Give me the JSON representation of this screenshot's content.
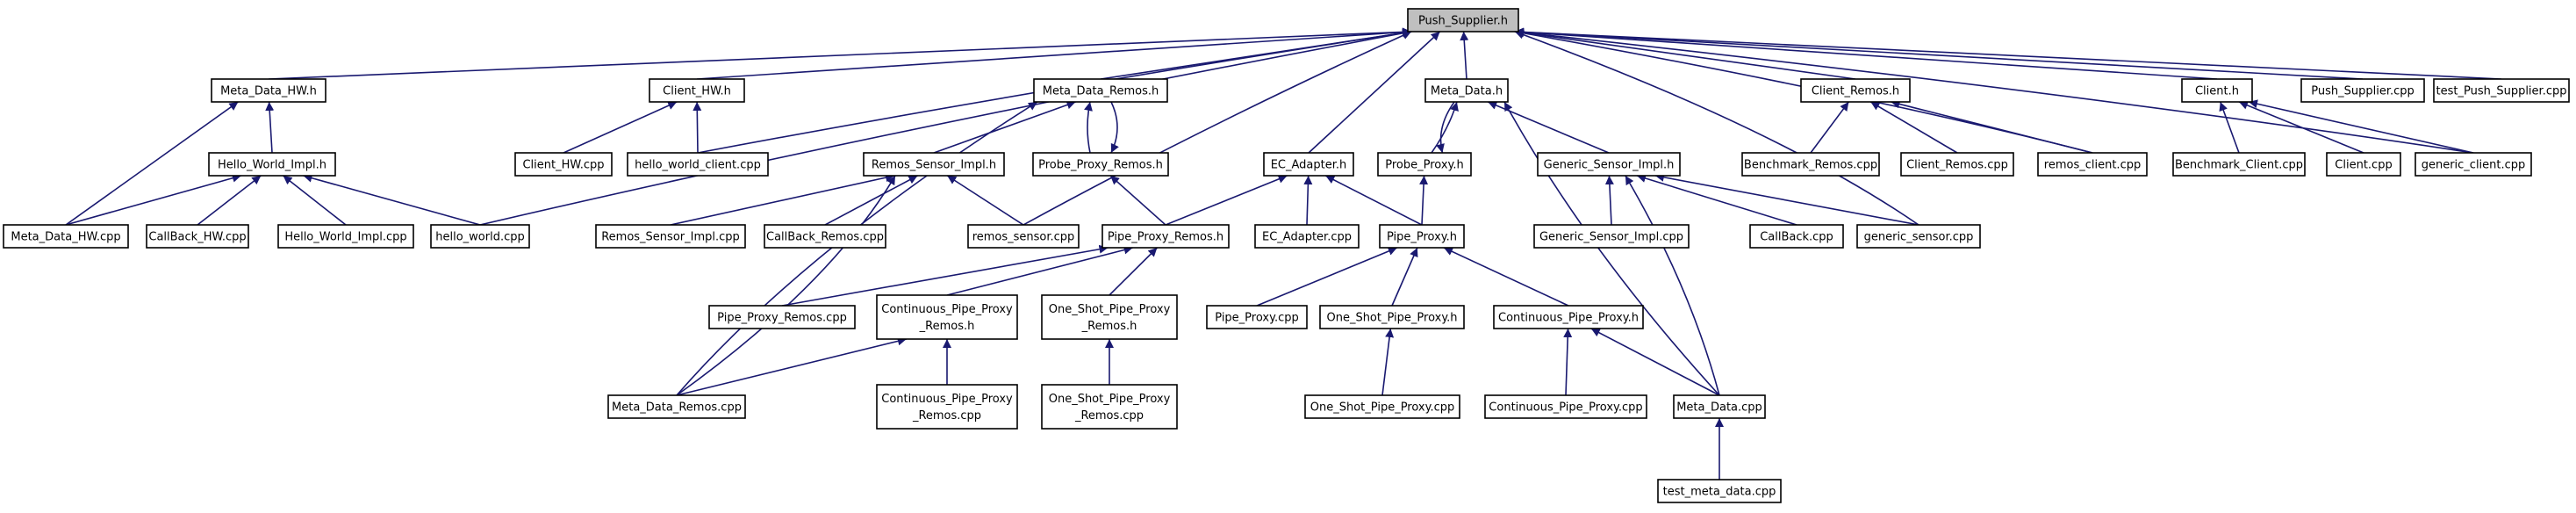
{
  "graph": {
    "edge_color": "#191970",
    "root_fill": "#bfbfbf",
    "nodes": [
      {
        "id": "push_supplier_h",
        "lines": [
          "Push_Supplier.h"
        ],
        "root": true
      },
      {
        "id": "meta_data_hw_h",
        "lines": [
          "Meta_Data_HW.h"
        ]
      },
      {
        "id": "client_hw_h",
        "lines": [
          "Client_HW.h"
        ]
      },
      {
        "id": "meta_data_remos_h",
        "lines": [
          "Meta_Data_Remos.h"
        ]
      },
      {
        "id": "meta_data_h",
        "lines": [
          "Meta_Data.h"
        ]
      },
      {
        "id": "client_remos_h",
        "lines": [
          "Client_Remos.h"
        ]
      },
      {
        "id": "client_h",
        "lines": [
          "Client.h"
        ]
      },
      {
        "id": "push_supplier_cpp",
        "lines": [
          "Push_Supplier.cpp"
        ]
      },
      {
        "id": "test_push_supplier_cpp",
        "lines": [
          "test_Push_Supplier.cpp"
        ]
      },
      {
        "id": "hello_world_impl_h",
        "lines": [
          "Hello_World_Impl.h"
        ]
      },
      {
        "id": "client_hw_cpp",
        "lines": [
          "Client_HW.cpp"
        ]
      },
      {
        "id": "hello_world_client_cpp",
        "lines": [
          "hello_world_client.cpp"
        ]
      },
      {
        "id": "remos_sensor_impl_h",
        "lines": [
          "Remos_Sensor_Impl.h"
        ]
      },
      {
        "id": "probe_proxy_remos_h",
        "lines": [
          "Probe_Proxy_Remos.h"
        ]
      },
      {
        "id": "ec_adapter_h",
        "lines": [
          "EC_Adapter.h"
        ]
      },
      {
        "id": "probe_proxy_h",
        "lines": [
          "Probe_Proxy.h"
        ]
      },
      {
        "id": "generic_sensor_impl_h",
        "lines": [
          "Generic_Sensor_Impl.h"
        ]
      },
      {
        "id": "benchmark_remos_cpp",
        "lines": [
          "Benchmark_Remos.cpp"
        ]
      },
      {
        "id": "client_remos_cpp",
        "lines": [
          "Client_Remos.cpp"
        ]
      },
      {
        "id": "remos_client_cpp",
        "lines": [
          "remos_client.cpp"
        ]
      },
      {
        "id": "benchmark_client_cpp",
        "lines": [
          "Benchmark_Client.cpp"
        ]
      },
      {
        "id": "client_cpp",
        "lines": [
          "Client.cpp"
        ]
      },
      {
        "id": "generic_client_cpp",
        "lines": [
          "generic_client.cpp"
        ]
      },
      {
        "id": "meta_data_hw_cpp",
        "lines": [
          "Meta_Data_HW.cpp"
        ]
      },
      {
        "id": "callback_hw_cpp",
        "lines": [
          "CallBack_HW.cpp"
        ]
      },
      {
        "id": "hello_world_impl_cpp",
        "lines": [
          "Hello_World_Impl.cpp"
        ]
      },
      {
        "id": "hello_world_cpp",
        "lines": [
          "hello_world.cpp"
        ]
      },
      {
        "id": "remos_sensor_impl_cpp",
        "lines": [
          "Remos_Sensor_Impl.cpp"
        ]
      },
      {
        "id": "callback_remos_cpp",
        "lines": [
          "CallBack_Remos.cpp"
        ]
      },
      {
        "id": "remos_sensor_cpp",
        "lines": [
          "remos_sensor.cpp"
        ]
      },
      {
        "id": "pipe_proxy_remos_h",
        "lines": [
          "Pipe_Proxy_Remos.h"
        ]
      },
      {
        "id": "ec_adapter_cpp",
        "lines": [
          "EC_Adapter.cpp"
        ]
      },
      {
        "id": "pipe_proxy_h",
        "lines": [
          "Pipe_Proxy.h"
        ]
      },
      {
        "id": "generic_sensor_impl_cpp",
        "lines": [
          "Generic_Sensor_Impl.cpp"
        ]
      },
      {
        "id": "callback_cpp",
        "lines": [
          "CallBack.cpp"
        ]
      },
      {
        "id": "generic_sensor_cpp",
        "lines": [
          "generic_sensor.cpp"
        ]
      },
      {
        "id": "pipe_proxy_remos_cpp",
        "lines": [
          "Pipe_Proxy_Remos.cpp"
        ]
      },
      {
        "id": "continuous_pipe_proxy_remos_h",
        "lines": [
          "Continuous_Pipe_Proxy",
          "_Remos.h"
        ]
      },
      {
        "id": "one_shot_pipe_proxy_remos_h",
        "lines": [
          "One_Shot_Pipe_Proxy",
          "_Remos.h"
        ]
      },
      {
        "id": "pipe_proxy_cpp",
        "lines": [
          "Pipe_Proxy.cpp"
        ]
      },
      {
        "id": "one_shot_pipe_proxy_h",
        "lines": [
          "One_Shot_Pipe_Proxy.h"
        ]
      },
      {
        "id": "continuous_pipe_proxy_h",
        "lines": [
          "Continuous_Pipe_Proxy.h"
        ]
      },
      {
        "id": "meta_data_remos_cpp",
        "lines": [
          "Meta_Data_Remos.cpp"
        ]
      },
      {
        "id": "continuous_pipe_proxy_remos_cpp",
        "lines": [
          "Continuous_Pipe_Proxy",
          "_Remos.cpp"
        ]
      },
      {
        "id": "one_shot_pipe_proxy_remos_cpp",
        "lines": [
          "One_Shot_Pipe_Proxy",
          "_Remos.cpp"
        ]
      },
      {
        "id": "one_shot_pipe_proxy_cpp",
        "lines": [
          "One_Shot_Pipe_Proxy.cpp"
        ]
      },
      {
        "id": "continuous_pipe_proxy_cpp",
        "lines": [
          "Continuous_Pipe_Proxy.cpp"
        ]
      },
      {
        "id": "meta_data_cpp",
        "lines": [
          "Meta_Data.cpp"
        ]
      },
      {
        "id": "test_meta_data_cpp",
        "lines": [
          "test_meta_data.cpp"
        ]
      }
    ],
    "edges": [
      [
        "meta_data_hw_h",
        "push_supplier_h"
      ],
      [
        "client_hw_h",
        "push_supplier_h"
      ],
      [
        "meta_data_remos_h",
        "push_supplier_h"
      ],
      [
        "meta_data_h",
        "push_supplier_h"
      ],
      [
        "client_remos_h",
        "push_supplier_h"
      ],
      [
        "client_h",
        "push_supplier_h"
      ],
      [
        "push_supplier_cpp",
        "push_supplier_h"
      ],
      [
        "test_push_supplier_cpp",
        "push_supplier_h"
      ],
      [
        "hello_world_cpp",
        "push_supplier_h"
      ],
      [
        "hello_world_client_cpp",
        "push_supplier_h"
      ],
      [
        "remos_sensor_cpp",
        "push_supplier_h"
      ],
      [
        "ec_adapter_h",
        "push_supplier_h"
      ],
      [
        "generic_sensor_cpp",
        "push_supplier_h"
      ],
      [
        "remos_client_cpp",
        "push_supplier_h"
      ],
      [
        "generic_client_cpp",
        "push_supplier_h"
      ],
      [
        "hello_world_impl_h",
        "meta_data_hw_h"
      ],
      [
        "meta_data_hw_cpp",
        "meta_data_hw_h"
      ],
      [
        "client_hw_cpp",
        "client_hw_h"
      ],
      [
        "hello_world_client_cpp",
        "client_hw_h"
      ],
      [
        "remos_sensor_impl_h",
        "meta_data_remos_h"
      ],
      [
        "probe_proxy_remos_h",
        "meta_data_remos_h"
      ],
      [
        "meta_data_remos_cpp",
        "meta_data_remos_h"
      ],
      [
        "meta_data_remos_h",
        "probe_proxy_remos_h"
      ],
      [
        "probe_proxy_h",
        "meta_data_h"
      ],
      [
        "meta_data_h",
        "probe_proxy_h"
      ],
      [
        "generic_sensor_impl_h",
        "meta_data_h"
      ],
      [
        "meta_data_cpp",
        "meta_data_h"
      ],
      [
        "benchmark_remos_cpp",
        "client_remos_h"
      ],
      [
        "client_remos_cpp",
        "client_remos_h"
      ],
      [
        "remos_client_cpp",
        "client_remos_h"
      ],
      [
        "benchmark_client_cpp",
        "client_h"
      ],
      [
        "client_cpp",
        "client_h"
      ],
      [
        "generic_client_cpp",
        "client_h"
      ],
      [
        "meta_data_hw_cpp",
        "hello_world_impl_h"
      ],
      [
        "callback_hw_cpp",
        "hello_world_impl_h"
      ],
      [
        "hello_world_impl_cpp",
        "hello_world_impl_h"
      ],
      [
        "hello_world_cpp",
        "hello_world_impl_h"
      ],
      [
        "remos_sensor_impl_cpp",
        "remos_sensor_impl_h"
      ],
      [
        "callback_remos_cpp",
        "remos_sensor_impl_h"
      ],
      [
        "remos_sensor_cpp",
        "remos_sensor_impl_h"
      ],
      [
        "meta_data_remos_cpp",
        "remos_sensor_impl_h"
      ],
      [
        "pipe_proxy_remos_h",
        "probe_proxy_remos_h"
      ],
      [
        "pipe_proxy_remos_h",
        "ec_adapter_h"
      ],
      [
        "ec_adapter_cpp",
        "ec_adapter_h"
      ],
      [
        "pipe_proxy_h",
        "ec_adapter_h"
      ],
      [
        "pipe_proxy_h",
        "probe_proxy_h"
      ],
      [
        "generic_sensor_impl_cpp",
        "generic_sensor_impl_h"
      ],
      [
        "callback_cpp",
        "generic_sensor_impl_h"
      ],
      [
        "generic_sensor_cpp",
        "generic_sensor_impl_h"
      ],
      [
        "meta_data_cpp",
        "generic_sensor_impl_h"
      ],
      [
        "pipe_proxy_remos_cpp",
        "pipe_proxy_remos_h"
      ],
      [
        "continuous_pipe_proxy_remos_h",
        "pipe_proxy_remos_h"
      ],
      [
        "one_shot_pipe_proxy_remos_h",
        "pipe_proxy_remos_h"
      ],
      [
        "pipe_proxy_cpp",
        "pipe_proxy_h"
      ],
      [
        "one_shot_pipe_proxy_h",
        "pipe_proxy_h"
      ],
      [
        "continuous_pipe_proxy_h",
        "pipe_proxy_h"
      ],
      [
        "meta_data_remos_cpp",
        "continuous_pipe_proxy_remos_h"
      ],
      [
        "continuous_pipe_proxy_remos_cpp",
        "continuous_pipe_proxy_remos_h"
      ],
      [
        "one_shot_pipe_proxy_remos_cpp",
        "one_shot_pipe_proxy_remos_h"
      ],
      [
        "one_shot_pipe_proxy_cpp",
        "one_shot_pipe_proxy_h"
      ],
      [
        "continuous_pipe_proxy_cpp",
        "continuous_pipe_proxy_h"
      ],
      [
        "meta_data_cpp",
        "continuous_pipe_proxy_h"
      ],
      [
        "test_meta_data_cpp",
        "meta_data_cpp"
      ]
    ]
  }
}
